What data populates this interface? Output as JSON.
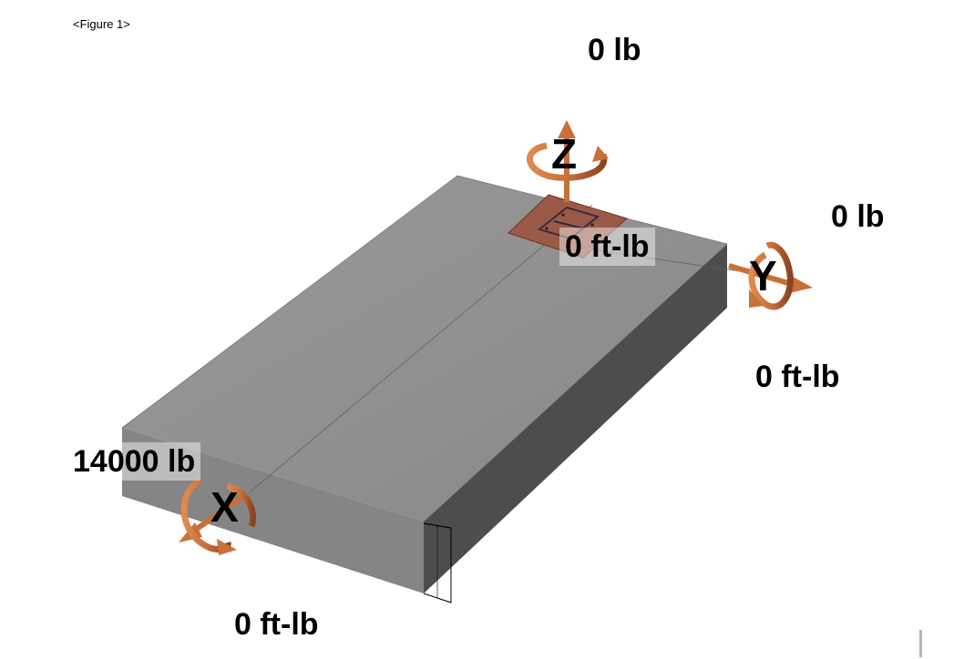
{
  "figure_label": "<Figure 1>",
  "axes": {
    "x": "X",
    "y": "Y",
    "z": "Z"
  },
  "forces": {
    "z_force": "0 lb",
    "y_force": "0 lb",
    "x_force": "14000 lb"
  },
  "moments": {
    "z_moment": "0 ft-lb",
    "y_moment": "0 ft-lb",
    "x_moment": "0 ft-lb"
  },
  "colors": {
    "slab_top": "#8e8e8e",
    "slab_front": "#7a7a7a",
    "slab_side": "#4a4a4a",
    "base_plate": "#9a5a48",
    "arrow": "#c8703a"
  }
}
